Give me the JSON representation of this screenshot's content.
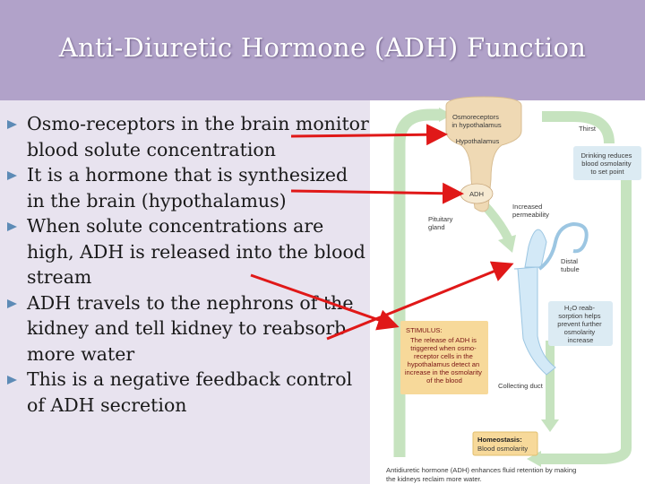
{
  "title": "Anti-Diuretic Hormone (ADH) Function",
  "bullets": [
    "Osmo-receptors in the brain monitor blood solute concentration",
    "It is a hormone that is synthesized in the brain (hypothalamus)",
    "When solute concentrations are high, ADH is released into the blood stream",
    "ADH travels to the nephrons of the kidney and tell kidney to reabsorb more water",
    "This is a negative feedback control of ADH secretion"
  ],
  "diagram": {
    "osmoreceptors": [
      "Osmoreceptors",
      "in hypothalamus"
    ],
    "hypothalamus": "Hypothalamus",
    "thirst": "Thirst",
    "drinking": [
      "Drinking reduces",
      "blood osmolarity",
      "to set point"
    ],
    "adh": "ADH",
    "pituitary": [
      "Pituitary",
      "gland"
    ],
    "increased_permeability": [
      "Increased",
      "permeability"
    ],
    "distal_tubule": [
      "Distal",
      "tubule"
    ],
    "h2o_reabsorption": [
      "H₂O reab-",
      "sorption helps",
      "prevent further",
      "osmolarity",
      "increase"
    ],
    "stimulus_title": "STIMULUS:",
    "stimulus_body": [
      "The release of ADH is",
      "triggered when osmo-",
      "receptor cells in the",
      "hypothalamus detect an",
      "increase in the osmolarity",
      "of the blood"
    ],
    "collecting_duct": "Collecting duct",
    "homeostasis_title": "Homeostasis:",
    "homeostasis_body": "Blood osmolarity",
    "caption": [
      "Antidiuretic hormone (ADH) enhances fluid retention by making",
      "the kidneys reclaim more water."
    ]
  },
  "colors": {
    "title_bar": "#b1a2c9",
    "content_bg": "#e8e3ef",
    "bullet_marker": "#5d8bb6",
    "pointer_arrow": "#e01818",
    "loop_arrow": "#c6e3bf",
    "brain_fill": "#efd9b4",
    "stimulus_box": "#f7d99a",
    "drink_box": "#dcebf3",
    "kidney_blue": "#d3e9f7"
  }
}
